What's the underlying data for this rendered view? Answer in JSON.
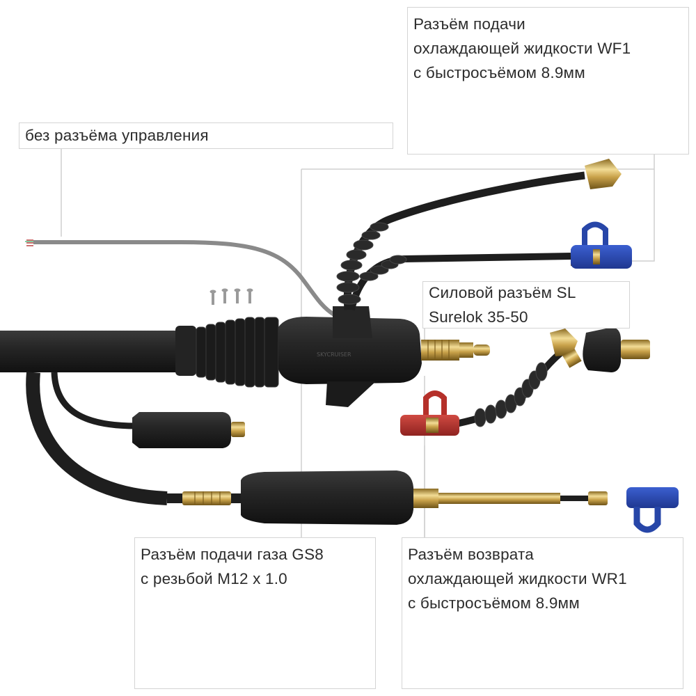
{
  "labels": {
    "control": "без разъёма управления",
    "wf1": "Разъём подачи\nохлаждающей жидкости WF1\nс быстросъёмом 8.9мм",
    "power": "Силовой разъём SL\nSurelok 35-50",
    "gas": "Разъём подачи газа GS8\nс резьбой M12 x 1.0",
    "wr1": "Разъём возврата\nохлаждающей жидкости WR1\nс быстросъёмом 8.9мм"
  },
  "colors": {
    "cable": "#1f1f1f",
    "control_cable": "#8a8a8a",
    "brass": "#c9a24a",
    "blue_cap": "#2746a8",
    "red_cap": "#b5302a",
    "callout_border": "#d4d4d4"
  }
}
